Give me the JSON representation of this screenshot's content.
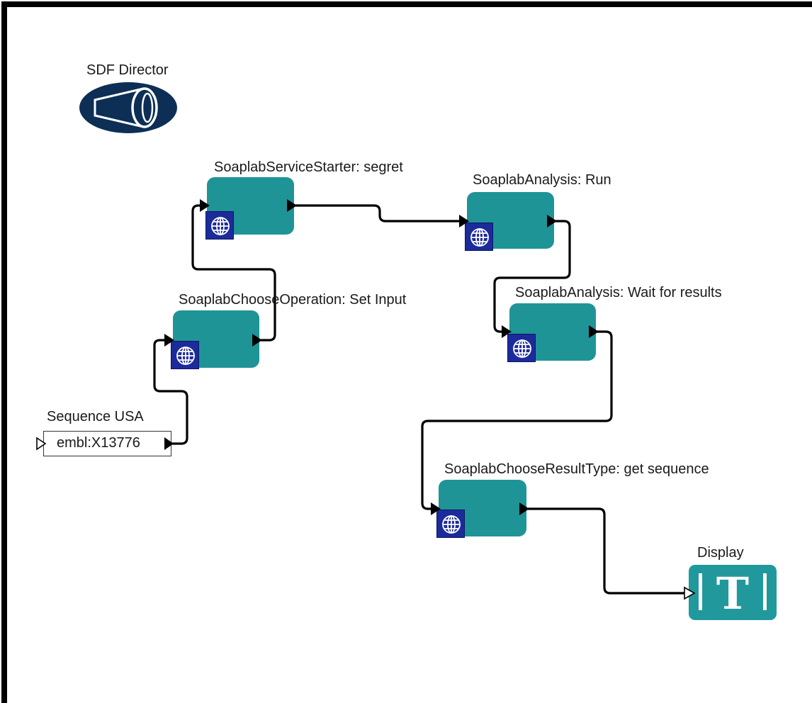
{
  "director": {
    "label": "SDF Director",
    "icon": "megaphone-icon"
  },
  "actors": {
    "service_starter": {
      "label": "SoaplabServiceStarter: segret",
      "icon": "globe-icon"
    },
    "analysis_run": {
      "label": "SoaplabAnalysis: Run",
      "icon": "globe-icon"
    },
    "choose_operation": {
      "label": "SoaplabChooseOperation: Set Input",
      "icon": "globe-icon"
    },
    "analysis_wait": {
      "label": "SoaplabAnalysis: Wait for results",
      "icon": "globe-icon"
    },
    "choose_result": {
      "label": "SoaplabChooseResultType: get sequence",
      "icon": "globe-icon"
    }
  },
  "sequence_usa": {
    "label": "Sequence USA",
    "value": "embl:X13776"
  },
  "display": {
    "label": "Display",
    "icon": "text-display-icon",
    "glyph": "T"
  },
  "colors": {
    "actor": "#1f9497",
    "badge": "#1c2b9a",
    "director": "#0d2f55",
    "wire": "#000000"
  }
}
